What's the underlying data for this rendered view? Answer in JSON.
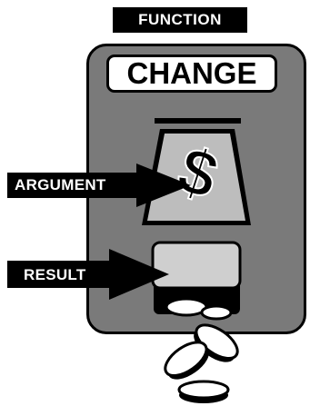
{
  "header": {
    "title": "FUNCTION"
  },
  "machine": {
    "name": "CHANGE"
  },
  "input_slot": {
    "symbol": "$"
  },
  "labels": {
    "argument": "ARGUMENT",
    "result": "RESULT"
  }
}
